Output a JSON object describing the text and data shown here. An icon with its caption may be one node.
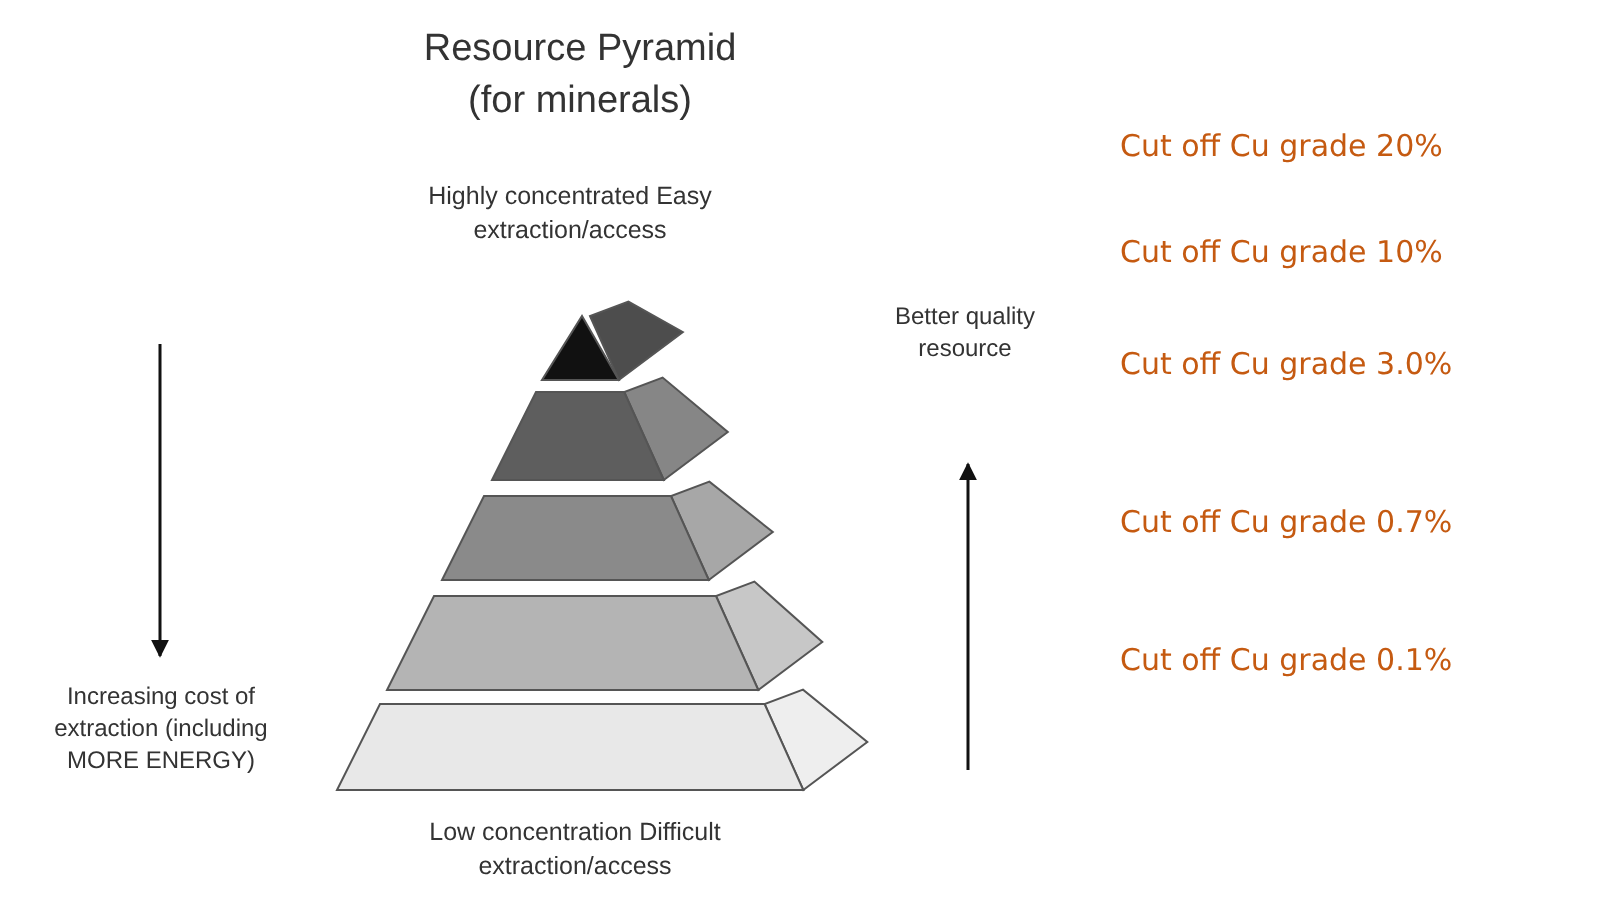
{
  "diagram": {
    "title": "Resource Pyramid (for minerals)",
    "labels": [
      "Highly concentrated Easy extraction/access",
      "Cut off Cu grade 20%",
      "Better quality resource",
      "Cut off Cu grade 10%",
      "Cut off Cu grade 3.0%",
      "Cut off Cu grade 0.7%",
      "Increasing cost of extraction (including MORE ENERGY)",
      "Cut off Cu grade 0.1%",
      "Low concentration Difficult extraction/access"
    ]
  }
}
